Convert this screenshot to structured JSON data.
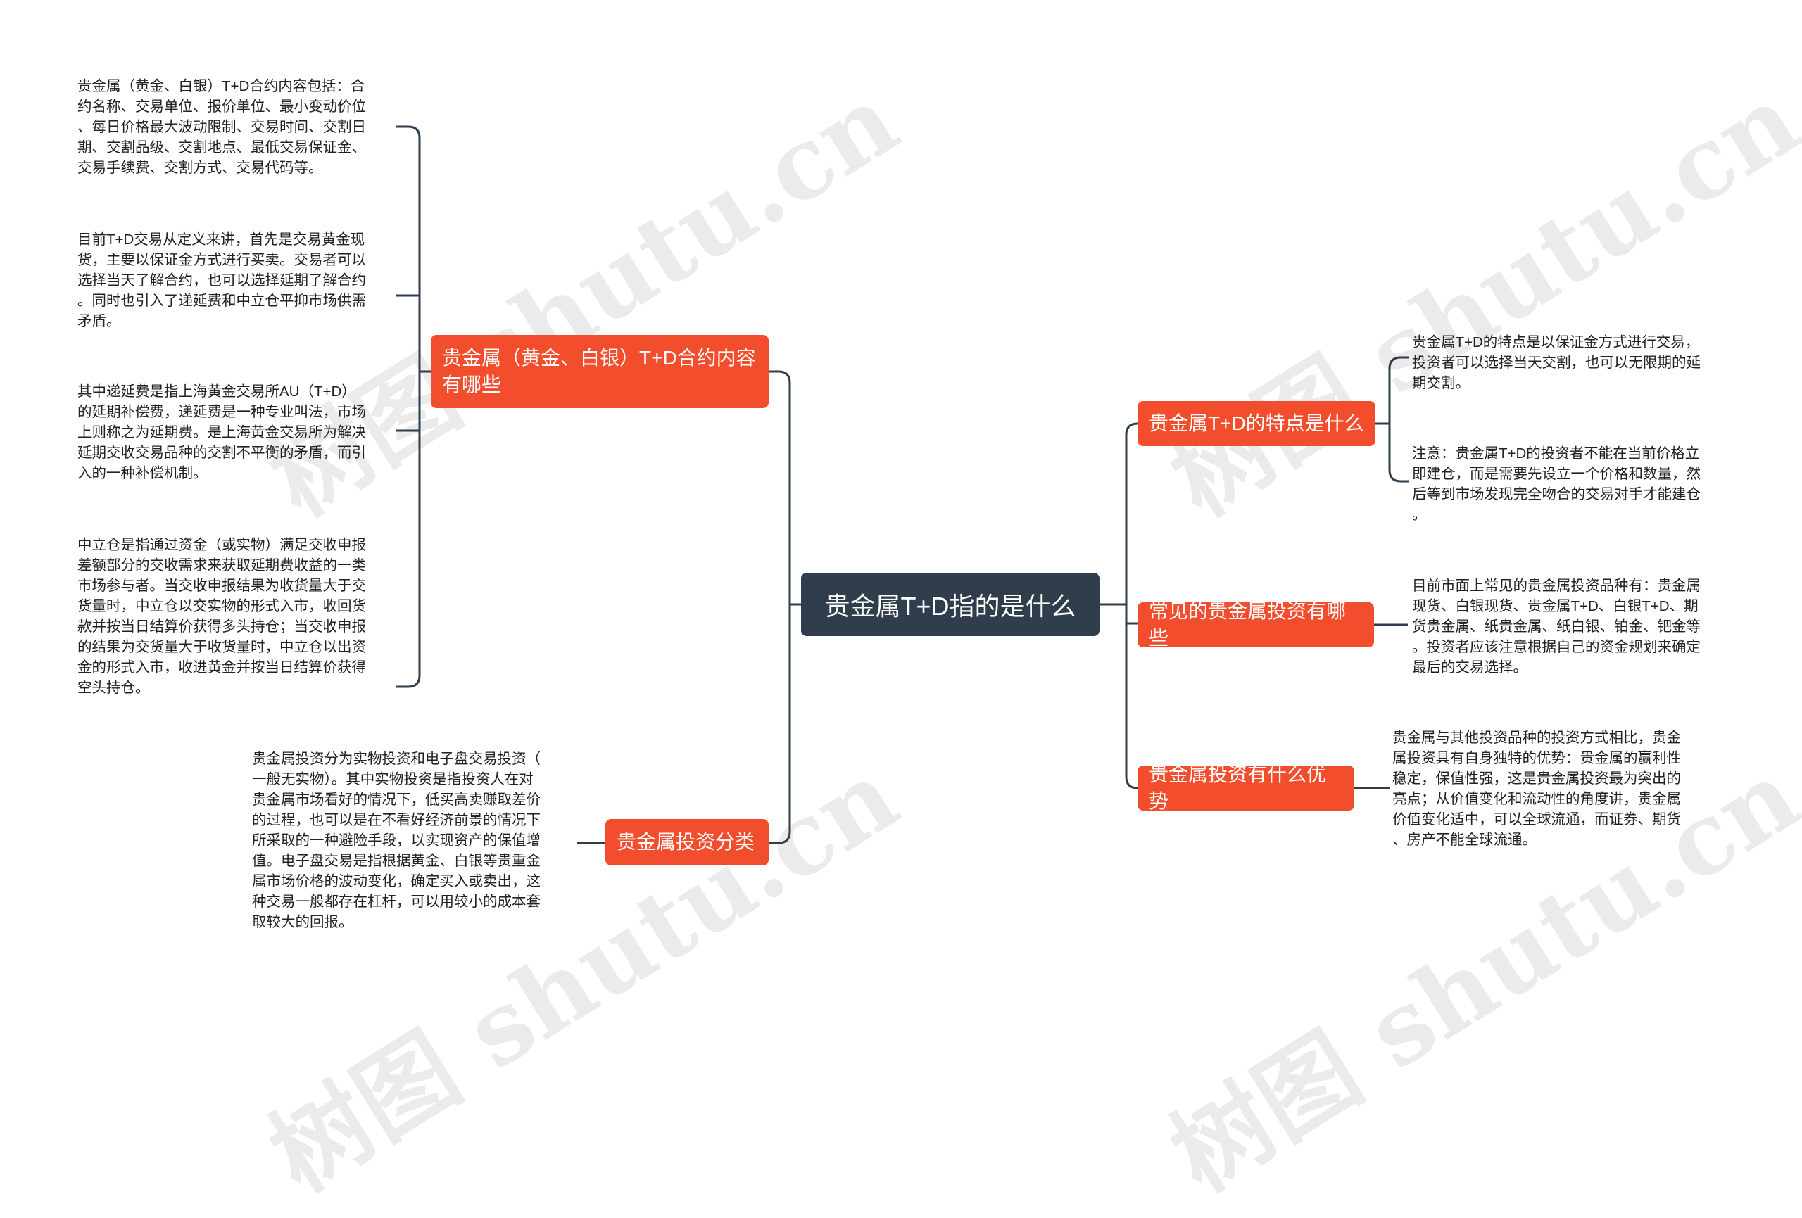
{
  "root": {
    "label": "贵金属T+D指的是什么"
  },
  "branches": {
    "contract": {
      "label": "贵金属（黄金、白银）T+D合约内容有哪些",
      "leaves": [
        "贵金属（黄金、白银）T+D合约内容包括：合\n约名称、交易单位、报价单位、最小变动价位\n、每日价格最大波动限制、交易时间、交割日\n期、交割品级、交割地点、最低交易保证金、\n交易手续费、交割方式、交易代码等。",
        "目前T+D交易从定义来讲，首先是交易黄金现\n货，主要以保证金方式进行买卖。交易者可以\n选择当天了解合约，也可以选择延期了解合约\n。同时也引入了递延费和中立仓平抑市场供需\n矛盾。",
        "其中递延费是指上海黄金交易所AU（T+D）\n的延期补偿费，递延费是一种专业叫法，市场\n上则称之为延期费。是上海黄金交易所为解决\n延期交收交易品种的交割不平衡的矛盾，而引\n入的一种补偿机制。",
        "中立仓是指通过资金（或实物）满足交收申报\n差额部分的交收需求来获取延期费收益的一类\n市场参与者。当交收申报结果为收货量大于交\n货量时，中立仓以交实物的形式入市，收回货\n款并按当日结算价获得多头持仓；当交收申报\n的结果为交货量大于收货量时，中立仓以出资\n金的形式入市，收进黄金并按当日结算价获得\n空头持仓。"
      ]
    },
    "category": {
      "label": "贵金属投资分类",
      "leaves": [
        "贵金属投资分为实物投资和电子盘交易投资（\n一般无实物）。其中实物投资是指投资人在对\n贵金属市场看好的情况下，低买高卖赚取差价\n的过程，也可以是在不看好经济前景的情况下\n所采取的一种避险手段，以实现资产的保值增\n值。电子盘交易是指根据黄金、白银等贵重金\n属市场价格的波动变化，确定买入或卖出，这\n种交易一般都存在杠杆，可以用较小的成本套\n取较大的回报。"
      ]
    },
    "features": {
      "label": "贵金属T+D的特点是什么",
      "leaves": [
        "贵金属T+D的特点是以保证金方式进行交易，\n投资者可以选择当天交割，也可以无限期的延\n期交割。",
        "注意：贵金属T+D的投资者不能在当前价格立\n即建仓，而是需要先设立一个价格和数量，然\n后等到市场发现完全吻合的交易对手才能建仓\n。"
      ]
    },
    "common": {
      "label": "常见的贵金属投资有哪些",
      "leaves": [
        "目前市面上常见的贵金属投资品种有：贵金属\n现货、白银现货、贵金属T+D、白银T+D、期\n货贵金属、纸贵金属、纸白银、铂金、钯金等\n。投资者应该注意根据自己的资金规划来确定\n最后的交易选择。"
      ]
    },
    "advantage": {
      "label": "贵金属投资有什么优势",
      "leaves": [
        "贵金属与其他投资品种的投资方式相比，贵金\n属投资具有自身独特的优势：贵金属的赢利性\n稳定，保值性强，这是贵金属投资最为突出的\n亮点；从价值变化和流动性的角度讲，贵金属\n价值变化适中，可以全球流通，而证券、期货\n、房产不能全球流通。"
      ]
    }
  },
  "watermark": "树图 shutu.cn",
  "colors": {
    "root": "#2f3d4c",
    "branch": "#f24d2c",
    "line": "#2f3d4c",
    "leaf_text": "#222222"
  }
}
